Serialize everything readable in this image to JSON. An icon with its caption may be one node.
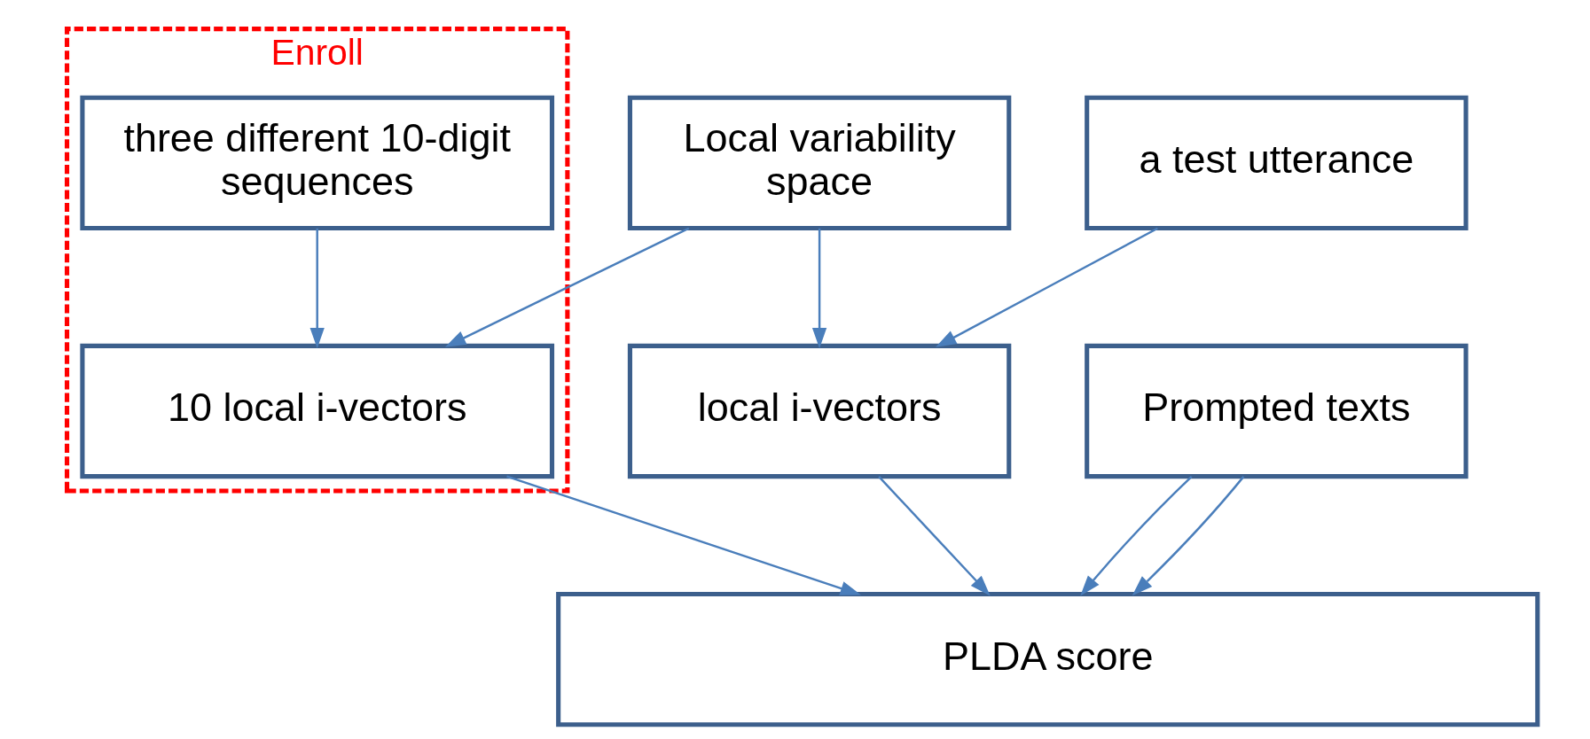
{
  "diagram": {
    "nodes": [
      {
        "text": [
          "Enroll"
        ]
      },
      {
        "text": [
          "three different 10-digit sequences"
        ],
        "in": 0
      },
      {
        "text": [
          "10 local i-vectors"
        ],
        "in": 0
      },
      {
        "text": [
          "a test utterance"
        ]
      },
      {
        "text": [
          "Local variability space"
        ]
      },
      {
        "text": [
          "local i-vectors"
        ]
      },
      {
        "text": [
          "Prompted texts"
        ]
      },
      {
        "text": [
          "PLDA score"
        ]
      }
    ],
    "edges": [
      {
        "from": 1,
        "to": 2,
        "arrow": "to"
      },
      {
        "from": 4,
        "to": 2,
        "arrow": "to"
      },
      {
        "from": 3,
        "to": 5,
        "arrow": "to"
      },
      {
        "from": 4,
        "to": 5,
        "arrow": "to"
      },
      {
        "from": 2,
        "to": 7,
        "arrow": "to"
      },
      {
        "from": 6,
        "to": 7,
        "arrow": "to"
      },
      {
        "from": 5,
        "to": 7,
        "arrow": "to"
      },
      {
        "from": 6,
        "to": 7,
        "arrow": "to"
      }
    ]
  }
}
